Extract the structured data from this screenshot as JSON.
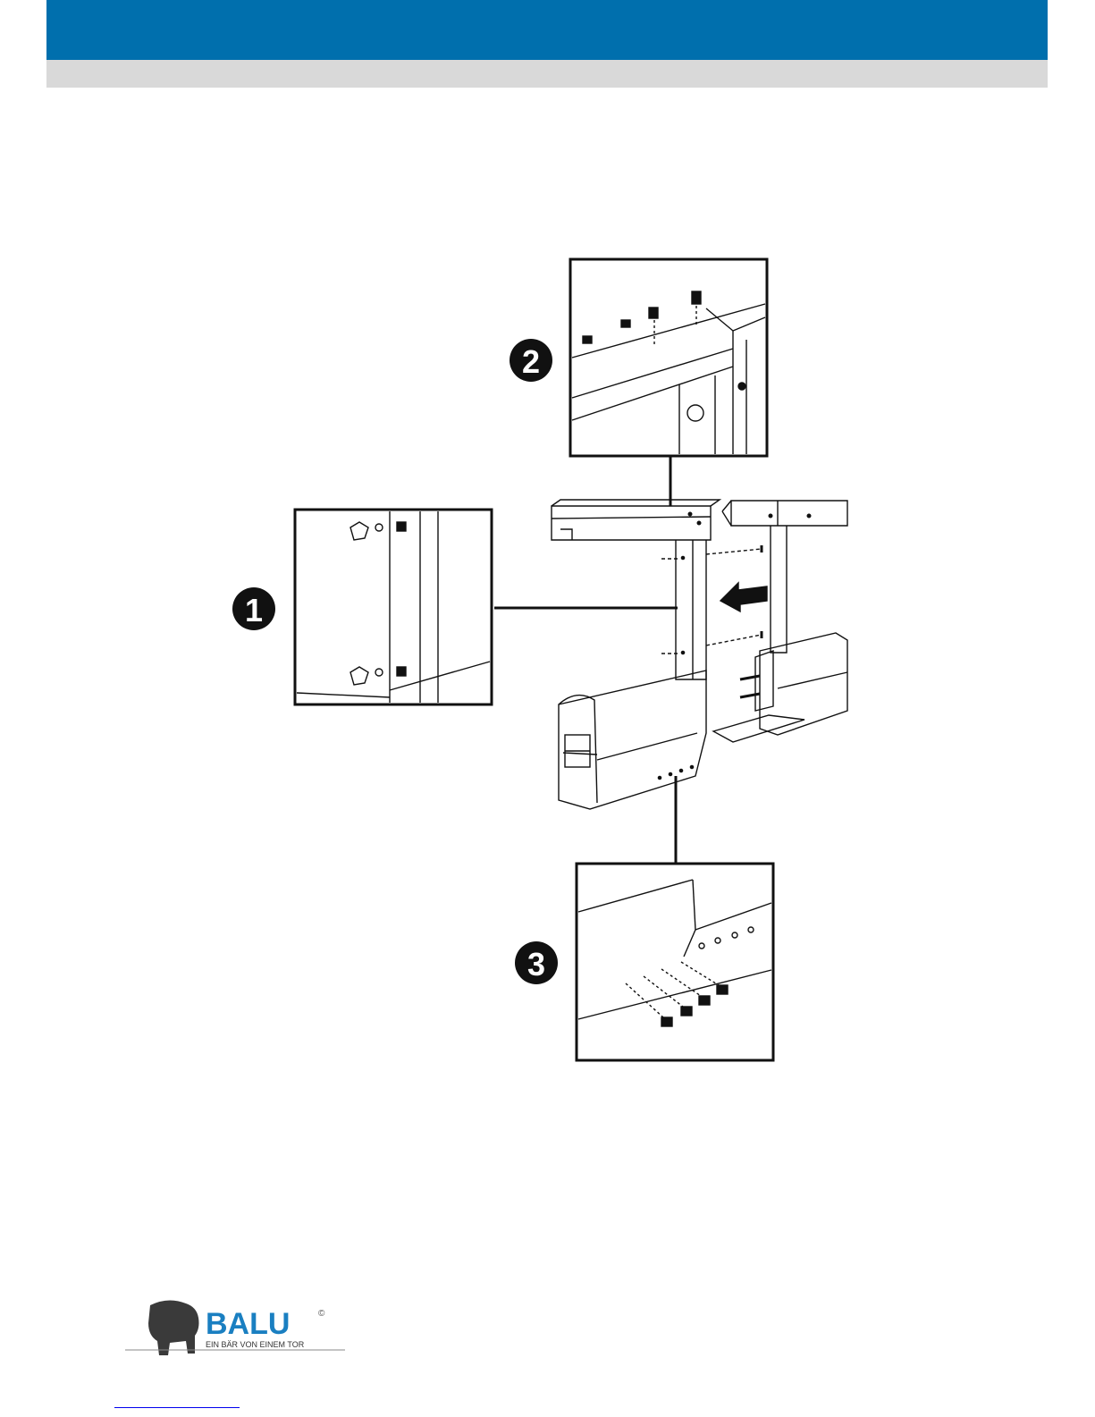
{
  "header": {
    "bar_color": "#006FAD",
    "subbar_color": "#D9D9D9"
  },
  "diagram": {
    "steps": [
      {
        "number": "1",
        "description": "cap-nut-and-washer-detail"
      },
      {
        "number": "2",
        "description": "top-rail-screws-detail"
      },
      {
        "number": "3",
        "description": "bottom-rail-screws-detail"
      }
    ],
    "assembly_arrow": "arrow-left-icon"
  },
  "logo": {
    "brand": "BALU",
    "tagline": "EIN BÄR VON EINEM TOR",
    "registered_mark": "©",
    "brand_color": "#1A7FC1"
  },
  "footer": {
    "link_color": "#0000EE"
  }
}
